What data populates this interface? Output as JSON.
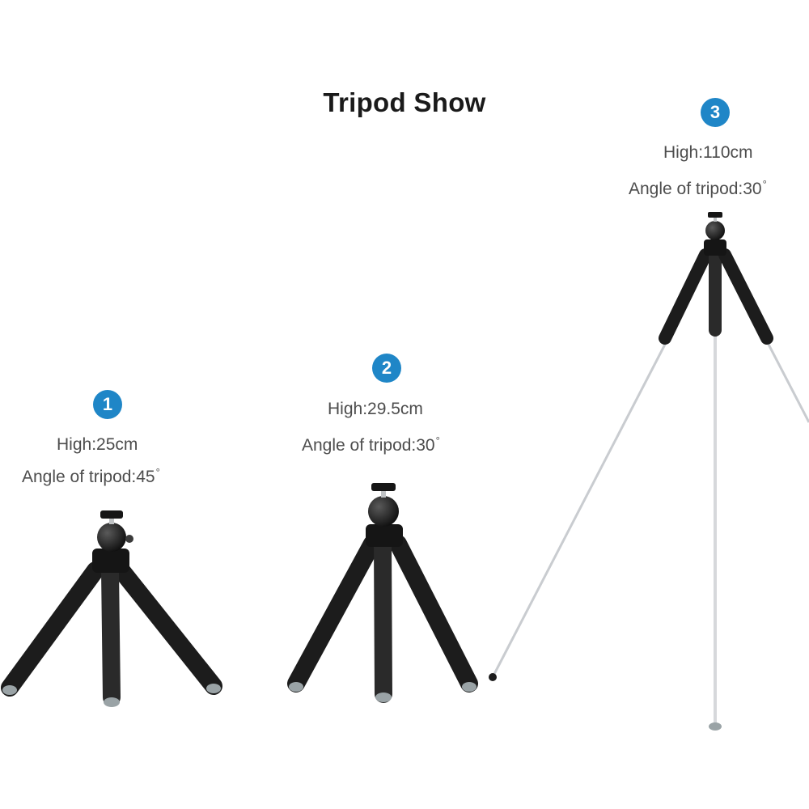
{
  "title": "Tripod Show",
  "tripods": [
    {
      "number": "1",
      "height": "High:25cm",
      "angle": "Angle of tripod:45",
      "degree": "°"
    },
    {
      "number": "2",
      "height": "High:29.5cm",
      "angle": "Angle of tripod:30",
      "degree": "°"
    },
    {
      "number": "3",
      "height": "High:110cm",
      "angle": "Angle of tripod:30",
      "degree": "°"
    }
  ],
  "colors": {
    "badge": "#1f86c7",
    "leg": "#1c1c1c",
    "rod": "#c9ccd0",
    "foot": "#9aa3a6"
  }
}
